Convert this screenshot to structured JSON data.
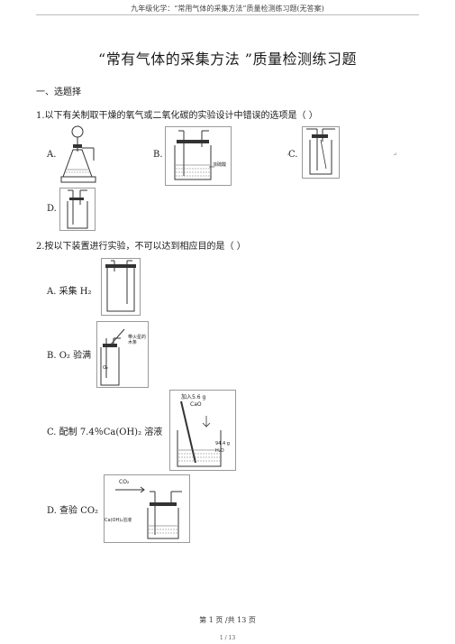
{
  "header": {
    "text": "九年级化学：“常用气体的采集方法”质量检测练习题(无答案)"
  },
  "title": "“常有气体的采集方法  ”质量检测练习题",
  "section": "一、选题择",
  "q1": {
    "stem": "1.以下有关制取干燥的氧气或二氧化碳的实验设计中错误的选项是（       ）",
    "options": {
      "A": "A.",
      "B": "B.",
      "C": "C.",
      "D": "D."
    },
    "figB_label": "浓硫酸",
    "para_mark": "↵"
  },
  "q2": {
    "stem": "2.按以下装置进行实验，不可以达到相应目的是（     ）",
    "options": {
      "A": "A. 采集 H₂",
      "B": "B. O₂ 验满",
      "C": "C. 配制 7.4％Ca(OH)₂ 溶液",
      "D": "D. 查验 CO₂"
    },
    "figB_labels": {
      "splint": "带火星的木条",
      "gas": "O₂"
    },
    "figC_labels": {
      "add": "加入5.6 g",
      "cao": "CaO",
      "water": "94.4 g",
      "h2o": "H₂O"
    },
    "figD_labels": {
      "co2": "CO₂",
      "solution": "Ca(OH)₂溶液"
    }
  },
  "footer": {
    "page": "第 1 页 /共 13 页",
    "fraction": "1 / 13"
  }
}
